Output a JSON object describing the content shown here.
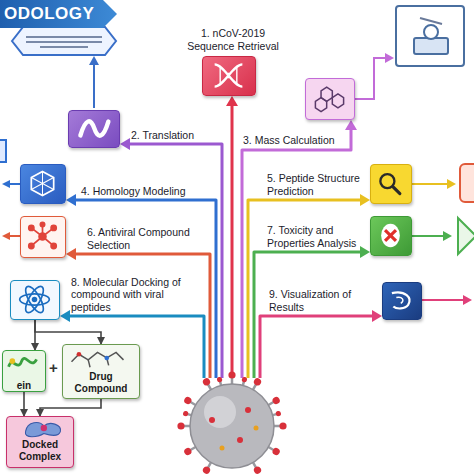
{
  "diagram": {
    "title": "ODOLOGY",
    "nodes": [
      {
        "text": [
          "1. nCoV-2019 Sequence Retrieval"
        ]
      },
      {
        "text": [
          "2. Translation"
        ]
      },
      {
        "text": [
          "3. Mass Calculation"
        ]
      },
      {
        "text": [
          "4. Homology Modeling"
        ]
      },
      {
        "text": [
          "5. Peptide Structure Prediction"
        ]
      },
      {
        "text": [
          "6. Antiviral Compound Selection"
        ]
      },
      {
        "text": [
          "7. Toxicity and Properties Analysis"
        ]
      },
      {
        "text": [
          "8. Molecular Docking of compound with viral peptides"
        ]
      },
      {
        "text": [
          "9. Visualization of Results"
        ]
      },
      {
        "text": [
          "ein"
        ]
      },
      {
        "text": [
          "Drug Compound"
        ]
      },
      {
        "text": [
          "Docked Complex"
        ]
      }
    ],
    "edges": [
      {
        "from": 7,
        "to": 9,
        "arrow": "to"
      },
      {
        "from": 7,
        "to": 10,
        "arrow": "to"
      },
      {
        "from": 9,
        "to": 11,
        "arrow": "to"
      },
      {
        "from": 10,
        "to": 11,
        "arrow": "to"
      }
    ],
    "labels": [
      "+"
    ]
  }
}
